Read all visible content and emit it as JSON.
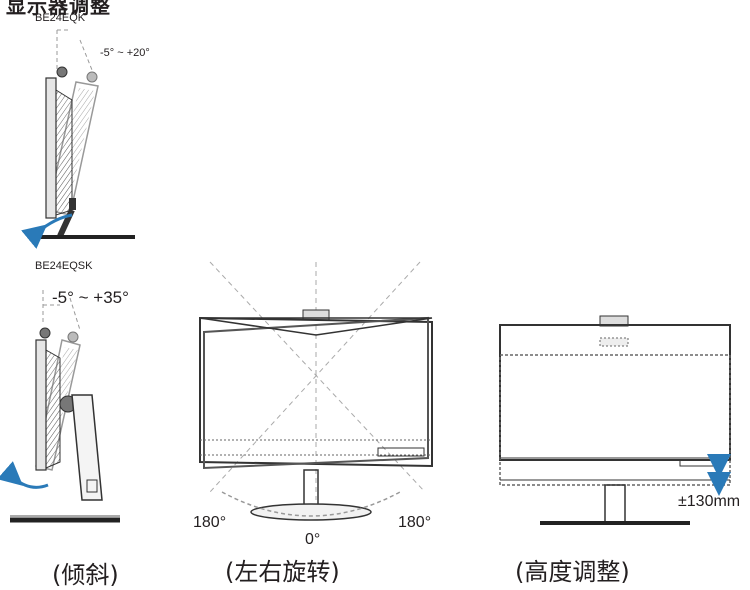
{
  "heading": "显示器调整",
  "tilt_top": {
    "model": "BE24EQK",
    "range": "-5° ~ +20°"
  },
  "tilt_bottom": {
    "model": "BE24EQSK",
    "range": "-5° ~ +35°"
  },
  "swivel": {
    "left": "180°",
    "center": "0°",
    "right": "180°"
  },
  "height": {
    "range": "±130mm"
  },
  "captions": {
    "tilt": "(倾斜)",
    "swivel": "(左右旋转)",
    "height": "(高度调整)"
  }
}
